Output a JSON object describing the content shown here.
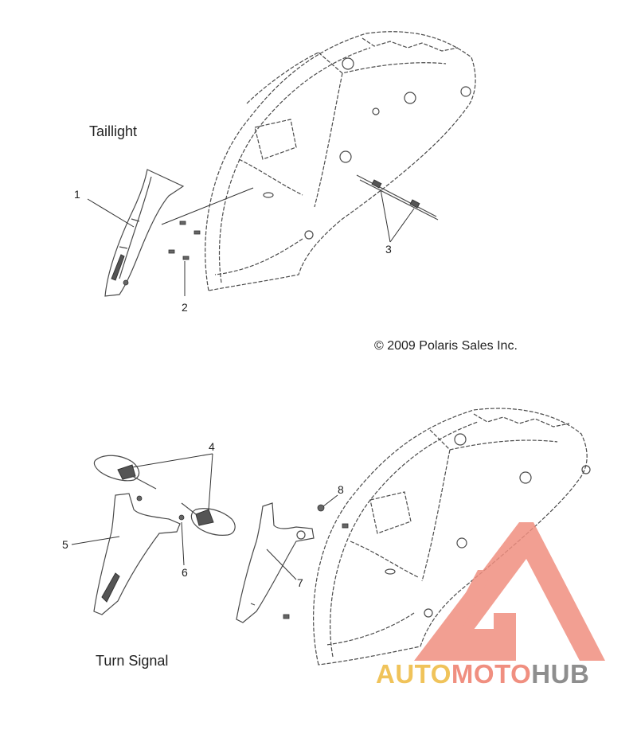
{
  "sections": {
    "taillight_title": "Taillight",
    "turn_signal_title": "Turn Signal"
  },
  "copyright": "© 2009 Polaris Sales Inc.",
  "callouts": [
    "1",
    "2",
    "3",
    "4",
    "5",
    "6",
    "7",
    "8"
  ],
  "watermark": {
    "part1": "AUTO",
    "part2": "MOTO",
    "part3": "HUB",
    "colors": {
      "auto": "#f0c35a",
      "moto": "#f08f80",
      "hub": "#8e8e8e",
      "logo": "#f08f80"
    }
  }
}
